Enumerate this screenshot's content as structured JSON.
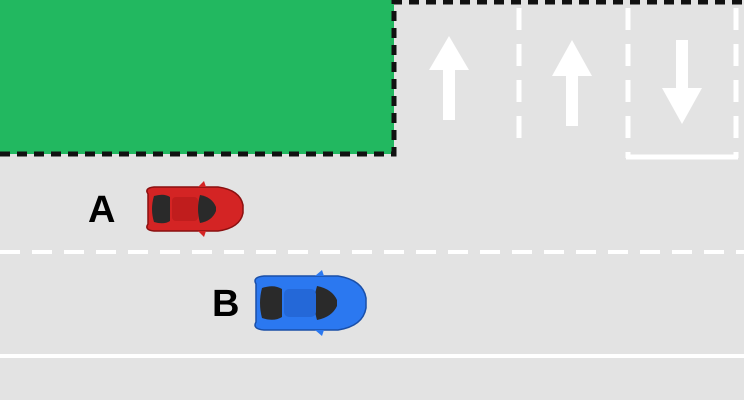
{
  "colors": {
    "road": "#e3e3e3",
    "grass": "#22b860",
    "marking": "#ffffff",
    "curb": "#111111"
  },
  "lane_arrows": [
    {
      "name": "straight-arrow-icon",
      "direction": "up"
    },
    {
      "name": "straight-arrow-icon",
      "direction": "up"
    },
    {
      "name": "straight-arrow-icon",
      "direction": "down"
    }
  ],
  "vehicles": [
    {
      "label": "A",
      "color": "#d42424",
      "direction": "right"
    },
    {
      "label": "B",
      "color": "#2b78f0",
      "direction": "right"
    }
  ]
}
